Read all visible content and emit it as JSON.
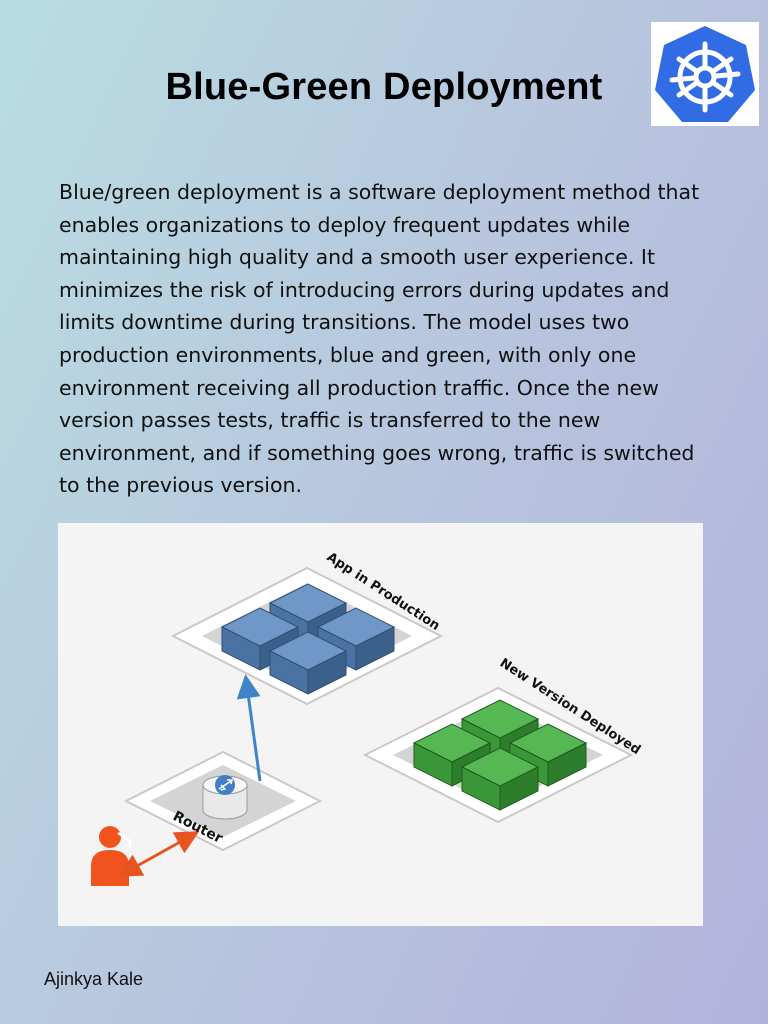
{
  "title": "Blue-Green Deployment",
  "logo": {
    "icon": "kubernetes-helm-wheel-icon",
    "color": "#326ce5"
  },
  "description": "Blue/green deployment is a software deployment method that enables organizations to deploy frequent updates while maintaining high quality and a smooth user experience. It minimizes the risk of introducing errors during updates and limits downtime during transitions. The model uses two production environments, blue and green, with only one environment receiving all production traffic. Once the new version passes tests, traffic is transferred to the new environment, and if something goes wrong, traffic is switched to the previous version.",
  "diagram": {
    "production_label": "App in Production",
    "new_version_label": "New Version Deployed",
    "router_label": "Router",
    "colors": {
      "blue_block": "#5b84b5",
      "green_block": "#3c9d3a",
      "user": "#f0531e",
      "user_arrow": "#e8541f",
      "route_arrow": "#3f84c6"
    }
  },
  "author": "Ajinkya Kale"
}
